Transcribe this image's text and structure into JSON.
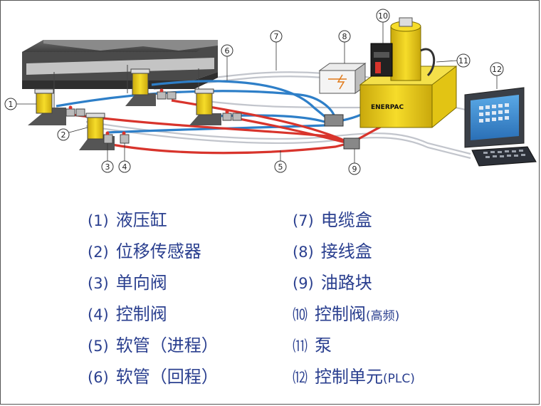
{
  "callouts": [
    "1",
    "2",
    "3",
    "4",
    "5",
    "6",
    "7",
    "8",
    "9",
    "10",
    "11",
    "12"
  ],
  "pump_brand": "ENERPAC",
  "legend": [
    {
      "num": "(1)",
      "label": "液压缸",
      "sub": ""
    },
    {
      "num": "(2)",
      "label": "位移传感器",
      "sub": ""
    },
    {
      "num": "(3)",
      "label": "单向阀",
      "sub": ""
    },
    {
      "num": "(4)",
      "label": "控制阀",
      "sub": ""
    },
    {
      "num": "(5)",
      "label": "软管（进程）",
      "sub": ""
    },
    {
      "num": "(6)",
      "label": "软管（回程）",
      "sub": ""
    },
    {
      "num": "(7)",
      "label": "电缆盒",
      "sub": ""
    },
    {
      "num": "(8)",
      "label": "接线盒",
      "sub": ""
    },
    {
      "num": "(9)",
      "label": "油路块",
      "sub": ""
    },
    {
      "num": "⑽",
      "label": "控制阀",
      "sub": "(高频)"
    },
    {
      "num": "⑾",
      "label": "泵",
      "sub": ""
    },
    {
      "num": "⑿",
      "label": "控制单元",
      "sub": "(PLC)"
    }
  ],
  "colors": {
    "legend_text": "#2a3f8f",
    "hose_red": "#d8342c",
    "hose_blue": "#2e7fc8",
    "pump_yellow": "#f2d21b",
    "cable_gray": "#b9bcc4"
  }
}
